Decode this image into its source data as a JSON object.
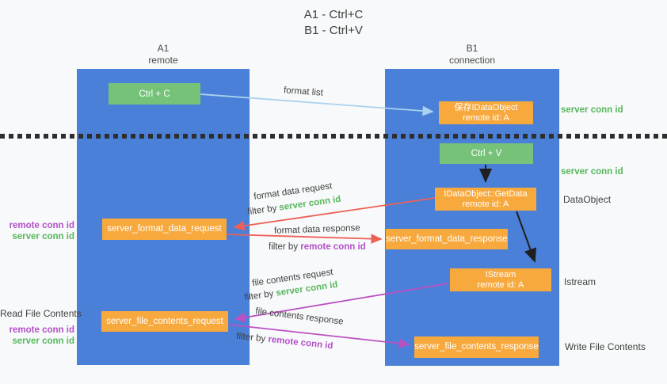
{
  "title": {
    "line1": "A1 - Ctrl+C",
    "line2": "B1 - Ctrl+V"
  },
  "lanes": {
    "a1": {
      "name": "A1",
      "subtitle": "remote"
    },
    "b1": {
      "name": "B1",
      "subtitle": "connection"
    }
  },
  "nodes": {
    "ctrl_c": "Ctrl + C",
    "ctrl_v": "Ctrl + V",
    "save_dataobject": {
      "line1": "保存IDataObject",
      "line2": "remote id: A"
    },
    "getdata": {
      "line1": "IDataObject::GetData",
      "line2": "remote id: A"
    },
    "istream": {
      "line1": "IStream",
      "line2": "remote id: A"
    },
    "format_request": "server_format_data_request",
    "format_response": "server_format_data_response",
    "file_request": "server_file_contents_request",
    "file_response": "server_file_contents_response"
  },
  "arrow_labels": {
    "format_list": "format list",
    "format_data_request": "format data request",
    "format_data_response": "format data response",
    "file_contents_request": "file contents request",
    "file_contents_response": "file contents response",
    "filter_by": "filter by ",
    "server_conn_id": "server conn id",
    "remote_conn_id": "remote conn id"
  },
  "side_labels": {
    "server_conn_id_top": "server conn id",
    "server_conn_id_mid": "server conn id",
    "dataobject": "DataObject",
    "istream": "Istream",
    "write_file_contents": "Write File Contents",
    "read_file_contents": "Read File Contents",
    "remote_conn_id_mid": "remote conn id",
    "server_conn_id_left_mid": "server conn id",
    "remote_conn_id_bottom": "remote conn id",
    "server_conn_id_left_bottom": "server conn id"
  },
  "colors": {
    "lane_blue": "#4a80d8",
    "box_orange": "#f8a93e",
    "box_green": "#76c279",
    "arrow_blue": "#a9d2ef",
    "arrow_red": "#ed6058",
    "arrow_magenta": "#bb51c1",
    "arrow_black": "#1f1f1f",
    "text_green": "#56b75c",
    "text_purple": "#b24fc8",
    "text_dark": "#3f3f3f",
    "bg": "#f8f9fa",
    "dotted": "#2e2e2e"
  }
}
